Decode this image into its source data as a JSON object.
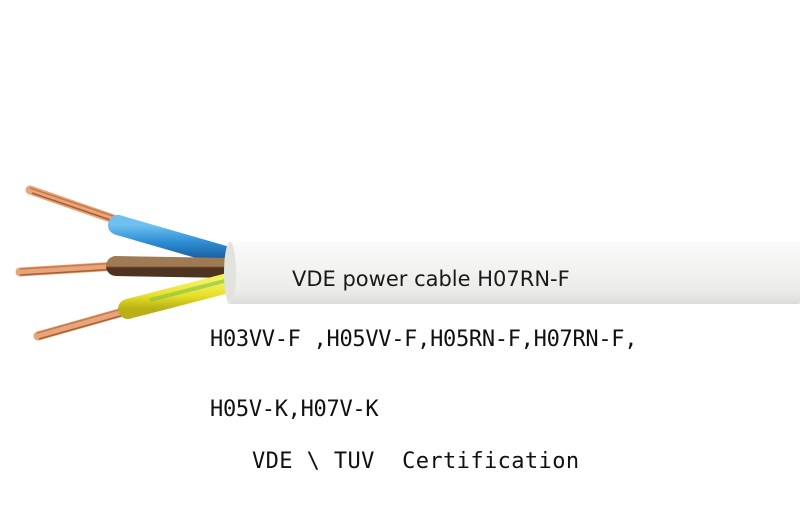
{
  "cable": {
    "print": "VDE power cable  H07RN-F",
    "colors": {
      "sheath": "#f2f2f0",
      "blue_core": "#2f8fd6",
      "brown_core": "#7a5535",
      "yellow_green_core": "#e6e02a",
      "copper": "#d98d5e"
    }
  },
  "text": {
    "line1": "H03VV-F ,H05VV-F,H05RN-F,H07RN-F,",
    "line2": "H05V-K,H07V-K",
    "line3": "VDE \\ TUV  Certification"
  }
}
